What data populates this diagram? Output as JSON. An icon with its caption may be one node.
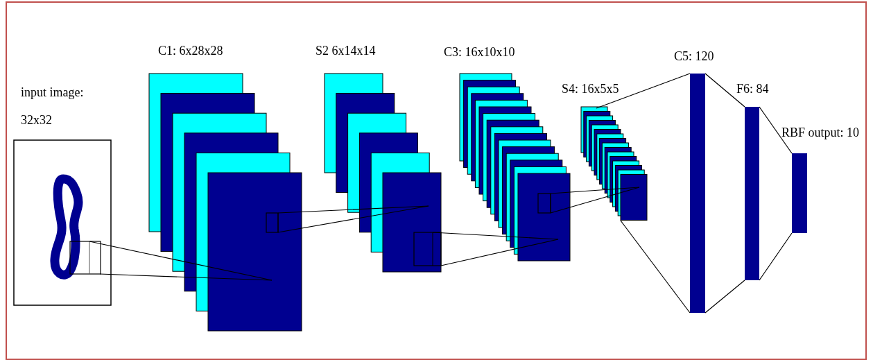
{
  "diagram": {
    "nodes": [
      {
        "text": [
          "input image: 32x32"
        ]
      },
      {
        "text": [
          "C1: 6x28x28"
        ]
      },
      {
        "text": [
          "S2 6x14x14"
        ]
      },
      {
        "text": [
          "C3: 16x10x10"
        ]
      },
      {
        "text": [
          "S4: 16x5x5"
        ]
      },
      {
        "text": [
          "C5: 120"
        ]
      },
      {
        "text": [
          "F6: 84"
        ]
      },
      {
        "text": [
          "RBF output: 10"
        ]
      }
    ],
    "edges": [
      {
        "from": 0,
        "to": 1,
        "arrow": "none"
      },
      {
        "from": 0,
        "to": 1,
        "arrow": "none"
      },
      {
        "from": 1,
        "to": 2,
        "arrow": "none"
      },
      {
        "from": 1,
        "to": 2,
        "arrow": "none"
      },
      {
        "from": 2,
        "to": 3,
        "arrow": "none"
      },
      {
        "from": 2,
        "to": 3,
        "arrow": "none"
      },
      {
        "from": 3,
        "to": 4,
        "arrow": "none"
      },
      {
        "from": 3,
        "to": 4,
        "arrow": "none"
      },
      {
        "from": 4,
        "to": 5,
        "arrow": "none"
      },
      {
        "from": 4,
        "to": 5,
        "arrow": "none"
      },
      {
        "from": 5,
        "to": 6,
        "arrow": "none"
      },
      {
        "from": 5,
        "to": 6,
        "arrow": "none"
      },
      {
        "from": 6,
        "to": 7,
        "arrow": "none"
      },
      {
        "from": 6,
        "to": 7,
        "arrow": "none"
      }
    ]
  }
}
